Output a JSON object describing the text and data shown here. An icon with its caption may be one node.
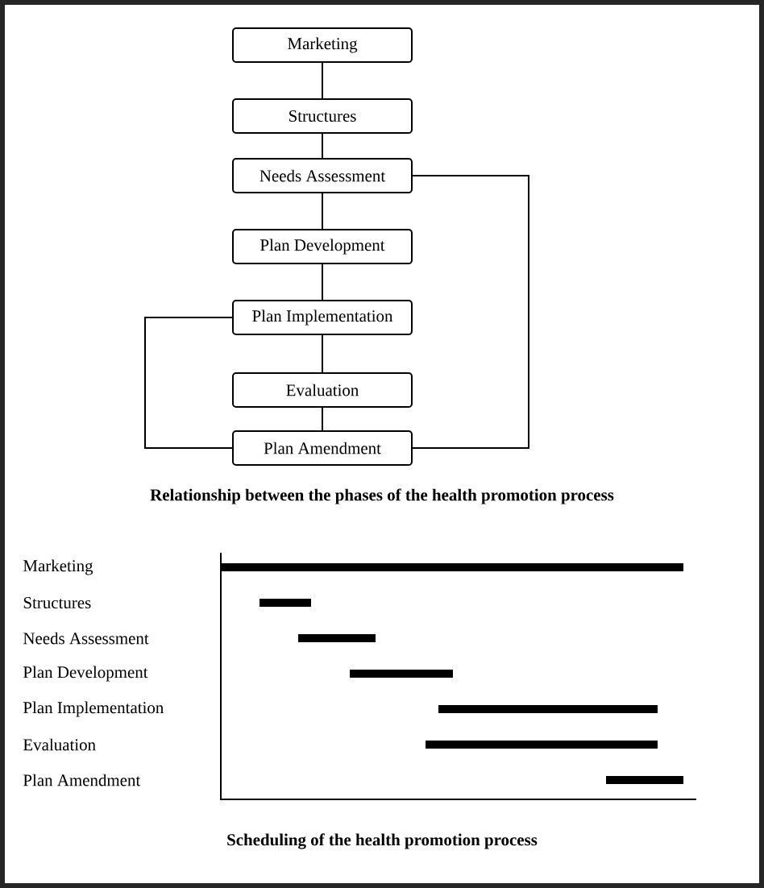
{
  "diagram": {
    "nodes": [
      {
        "text": [
          "Marketing"
        ]
      },
      {
        "text": [
          "Structures"
        ]
      },
      {
        "text": [
          "Needs Assessment"
        ]
      },
      {
        "text": [
          "Plan Development"
        ]
      },
      {
        "text": [
          "Plan Implementation"
        ]
      },
      {
        "text": [
          "Evaluation"
        ]
      },
      {
        "text": [
          "Plan Amendment"
        ]
      }
    ],
    "edges": [
      {
        "from": 0,
        "to": 1,
        "arrow": "none"
      },
      {
        "from": 1,
        "to": 2,
        "arrow": "none"
      },
      {
        "from": 2,
        "to": 3,
        "arrow": "none"
      },
      {
        "from": 3,
        "to": 4,
        "arrow": "none"
      },
      {
        "from": 4,
        "to": 5,
        "arrow": "none"
      },
      {
        "from": 5,
        "to": 6,
        "arrow": "none"
      },
      {
        "from": 2,
        "to": 6,
        "arrow": "none"
      },
      {
        "from": 4,
        "to": 6,
        "arrow": "none"
      }
    ],
    "labels": [
      "Relationship between the phases of the health promotion process",
      "Marketing",
      "Structures",
      "Needs Assessment",
      "Plan Development",
      "Plan Implementation",
      "Evaluation",
      "Plan Amendment",
      "Scheduling of the health promotion process"
    ]
  }
}
